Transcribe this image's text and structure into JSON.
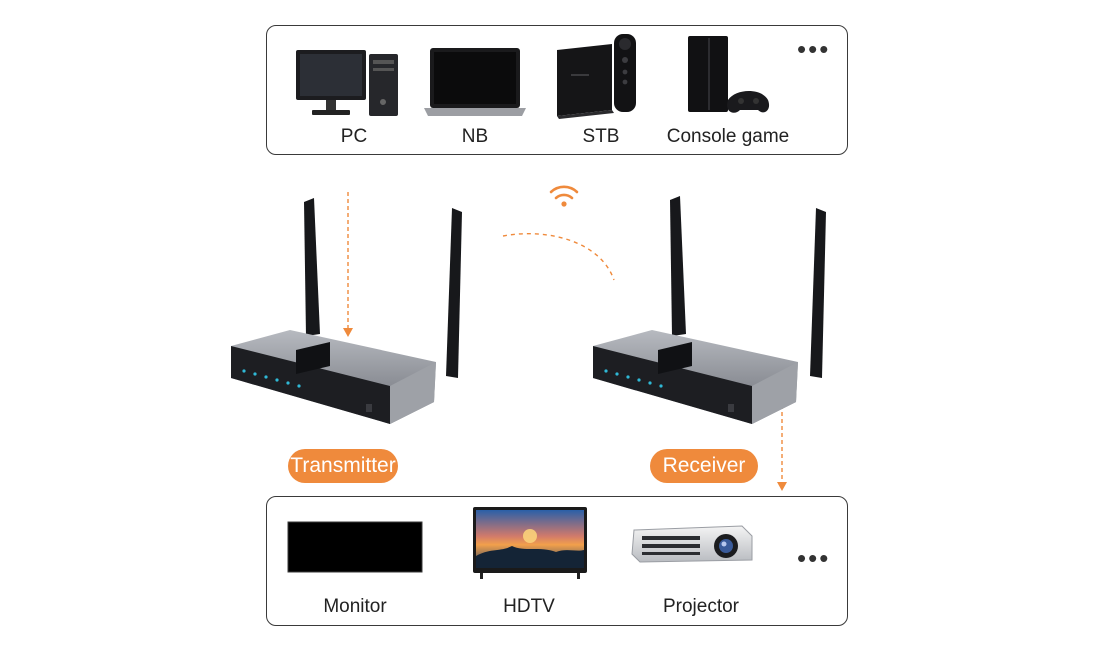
{
  "sources": {
    "items": [
      {
        "label": "PC",
        "icon": "desktop-pc-icon"
      },
      {
        "label": "NB",
        "icon": "laptop-icon"
      },
      {
        "label": "STB",
        "icon": "set-top-box-icon"
      },
      {
        "label": "Console game",
        "icon": "game-console-icon"
      }
    ],
    "more": "•••"
  },
  "hardware": {
    "transmitter_label": "Transmitter",
    "receiver_label": "Receiver"
  },
  "displays": {
    "items": [
      {
        "label": "Monitor",
        "icon": "monitor-icon"
      },
      {
        "label": "HDTV",
        "icon": "hdtv-icon"
      },
      {
        "label": "Projector",
        "icon": "projector-icon"
      }
    ],
    "more": "•••"
  },
  "colors": {
    "accent": "#ef8a3c",
    "border": "#3a3a3a",
    "device_body": "#8d9097",
    "device_dark": "#1d1e22",
    "led": "#2fb9d6"
  }
}
